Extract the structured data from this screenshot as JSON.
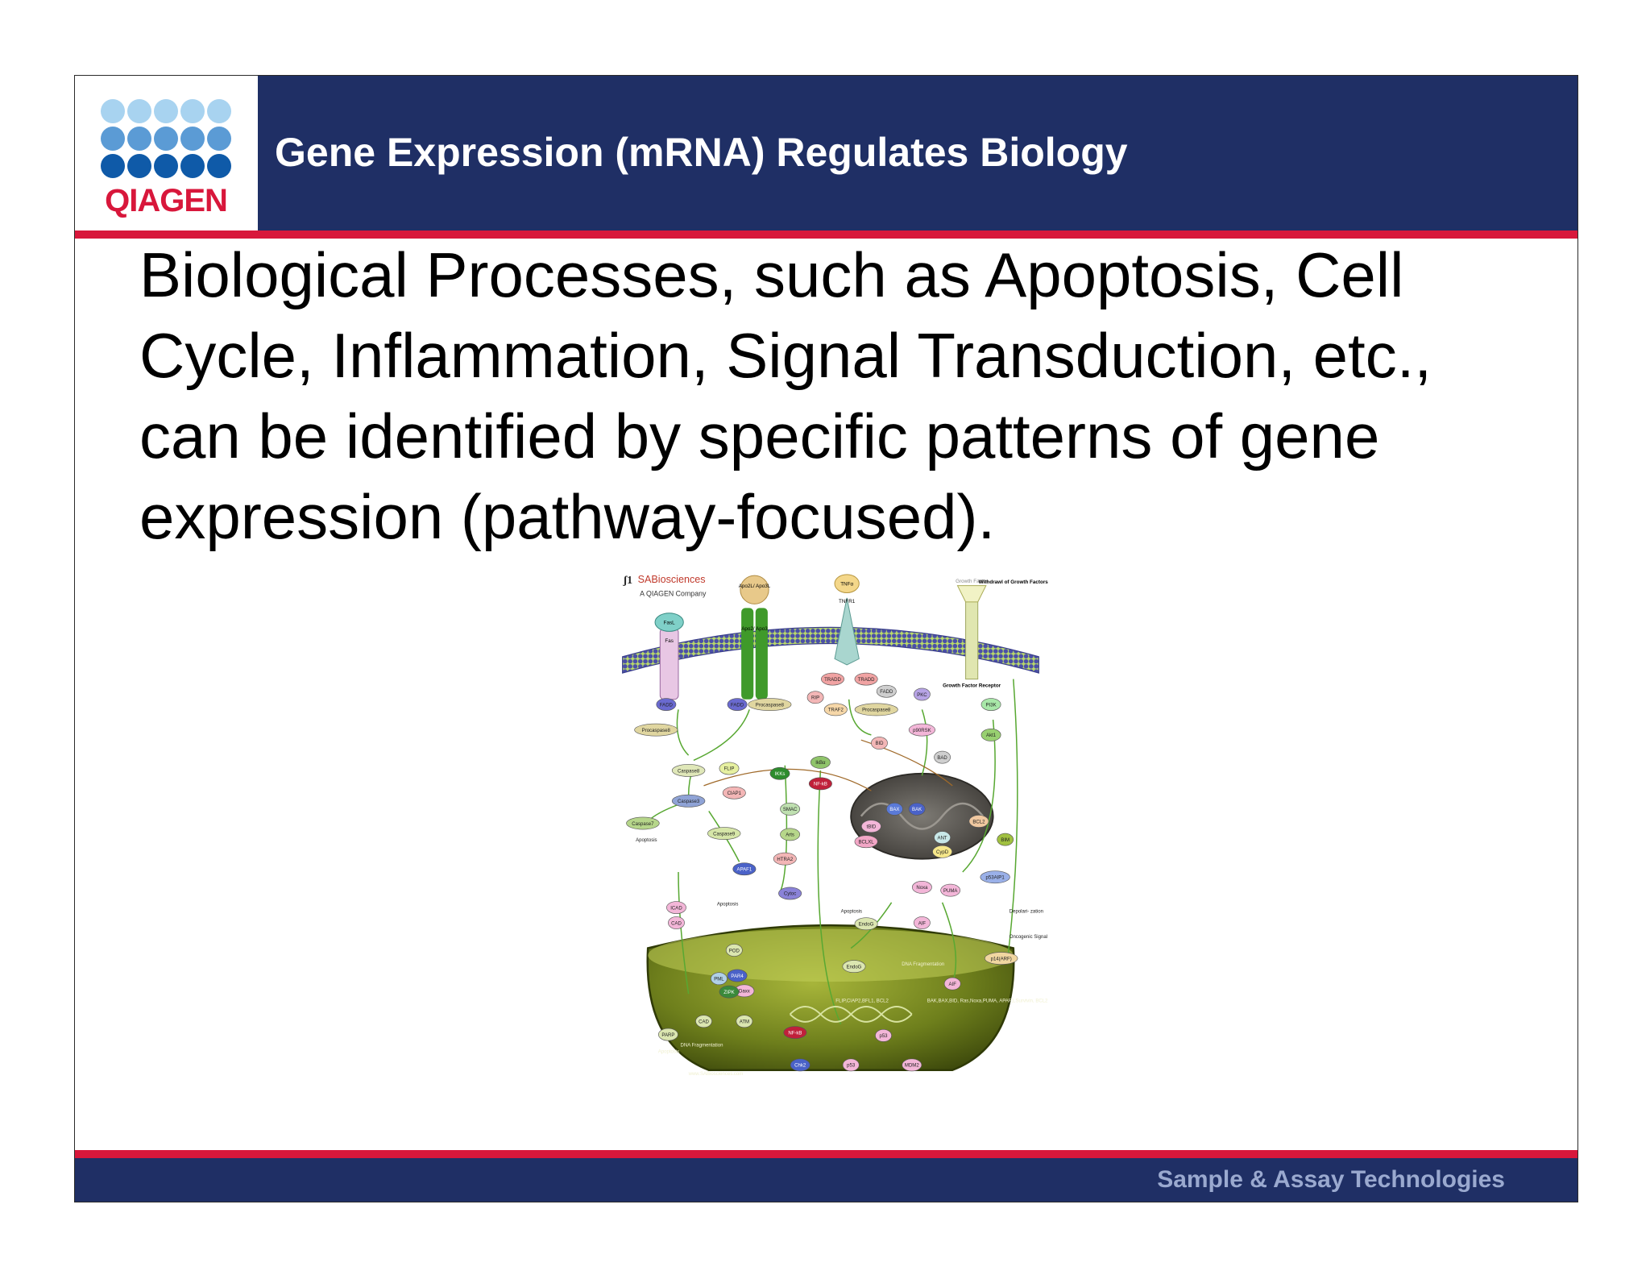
{
  "header": {
    "logo": {
      "text": "QIAGEN",
      "dot_colors": [
        "#a8d3f0",
        "#5b9bd5",
        "#0f5aa8"
      ],
      "text_color": "#d8173b"
    },
    "title": "Gene Expression (mRNA) Regulates Biology"
  },
  "body": {
    "lines": [
      "Biological Processes, such as Apoptosis, Cell",
      "Cycle, Inflammation, Signal Transduction, etc.,",
      "can be identified by specific patterns of gene",
      "expression (pathway-focused)."
    ]
  },
  "diagram": {
    "brand": "SABiosciences",
    "brand_sub": "A QIAGEN Company",
    "receptors": {
      "apo": "Apo2L/ Apo3L",
      "apo_rec": "Apo2/ Apo3",
      "tnf": "TNFα",
      "tnfr": "TNFR1",
      "fasl": "FasL",
      "fas": "Fas",
      "growth": "Growth Factor",
      "withdraw": "Withdrawl of Growth Factors",
      "growth_rec": "Growth Factor Receptor"
    },
    "nodes": {
      "fadd1": "FADD",
      "procasp8a": "Procaspase8",
      "fadd2": "FADD",
      "procasp8b": "Procaspase8",
      "rip": "RIP",
      "tradd1": "TRADD",
      "tradd2": "TRADD",
      "fadd3": "FADD",
      "traf2": "TRAF2",
      "procasp8c": "Procaspase8",
      "pkc": "PKC",
      "pi3k": "PI3K",
      "p90rsk": "p90RSK",
      "akt": "Akt1",
      "bad": "BAD",
      "bid": "BID",
      "caspase8": "Caspase8",
      "flip": "FLIP",
      "ikks": "IKKs",
      "ikba": "IkBα",
      "nfkb": "NF-kB",
      "caspase3": "Caspase3",
      "ciap1": "CIAP1",
      "caspase7": "Caspase7",
      "caspase9": "Caspase9",
      "smac": "SMAC",
      "arts": "Arts",
      "htra2": "HTRA2",
      "apaf1": "APAF1",
      "cytc": "Cytoc",
      "bax": "BAX",
      "bak": "BAK",
      "bcl2": "BCL2",
      "tbid": "tBID",
      "bclxl": "BCLXL",
      "bim": "BIM",
      "cypd": "CypD",
      "ant": "ANT",
      "noxa": "Noxa",
      "puma": "PUMA",
      "p53aip1": "p53AIP1",
      "endog1": "EndoG",
      "aif1": "AIF",
      "icad": "ICAD",
      "cad1": "CAD",
      "pml": "PML",
      "pod": "POD",
      "daxx": "Daxx",
      "par4": "PAR4",
      "zipk": "ZIPK",
      "endog2": "EndoG",
      "aif2": "AIF",
      "cad2": "CAD",
      "atm": "ATM",
      "parp": "PARP",
      "nfkb2": "NF-kB",
      "p53a": "p53",
      "chk2": "Chk2",
      "p53b": "p53",
      "mdm2": "MDM2",
      "p14arf": "p14(ARF)"
    },
    "labels": {
      "apoptosis1": "Apoptosis",
      "apoptosis2": "Apoptosis",
      "apoptosis3": "Apoptosis",
      "apoptosis4": "Apoptosis",
      "depol": "Depolari- zation",
      "onco": "Oncogenic Signal",
      "dnafrag1": "DNA Fragmentation",
      "dnafrag2": "DNA Fragmentation",
      "targets1": "FLIP,CIAP2,BFL1, BCL2",
      "targets2": "BAK,BAX,BID, Ras,Noxa,PUMA, APAF1,Survivin, BCL2",
      "url1": "www.SABiosciences.com",
      "url2": "www.ProteinLounge.com"
    }
  },
  "footer": {
    "text": "Sample & Assay Technologies"
  }
}
